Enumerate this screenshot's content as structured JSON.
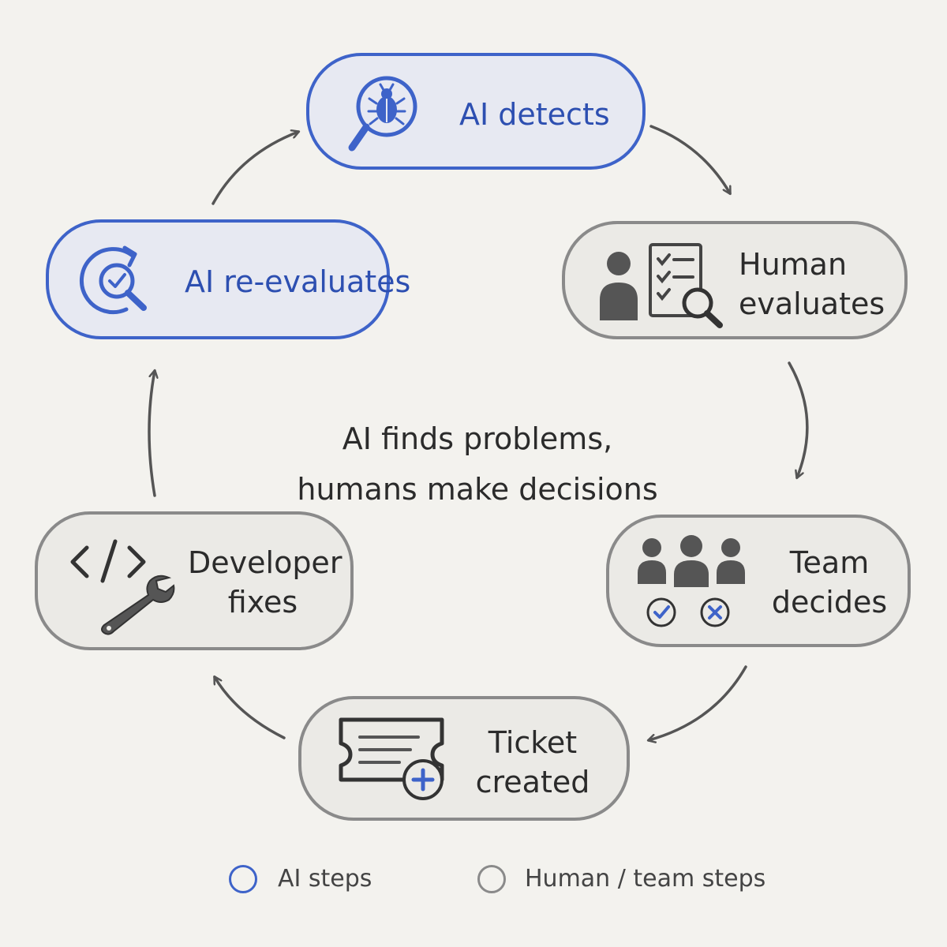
{
  "diagram": {
    "nodes": [
      {
        "id": "ai-detects",
        "kind": "ai",
        "label": "AI detects",
        "icon": "bug-magnifier-icon"
      },
      {
        "id": "human-evaluates",
        "kind": "human",
        "line1": "Human",
        "line2": "evaluates",
        "icon": "person-checklist-icon"
      },
      {
        "id": "team-decides",
        "kind": "human",
        "line1": "Team",
        "line2": "decides",
        "icon": "team-check-cross-icon"
      },
      {
        "id": "ticket-created",
        "kind": "human",
        "line1": "Ticket",
        "line2": "created",
        "icon": "ticket-plus-icon"
      },
      {
        "id": "developer-fixes",
        "kind": "human",
        "line1": "Developer",
        "line2": "fixes",
        "icon": "code-wrench-icon"
      },
      {
        "id": "ai-re-evaluates",
        "kind": "ai",
        "label": "AI re-evaluates",
        "icon": "refresh-check-magnifier-icon"
      }
    ],
    "center": {
      "line1": "AI finds problems,",
      "line2": "humans make decisions"
    },
    "legend": {
      "ai": "AI steps",
      "human": "Human / team steps"
    },
    "colors": {
      "ai": "#3e63c9",
      "human": "#8a8a8a",
      "text": "#2b2b2b",
      "background": "#f3f2ee"
    }
  }
}
